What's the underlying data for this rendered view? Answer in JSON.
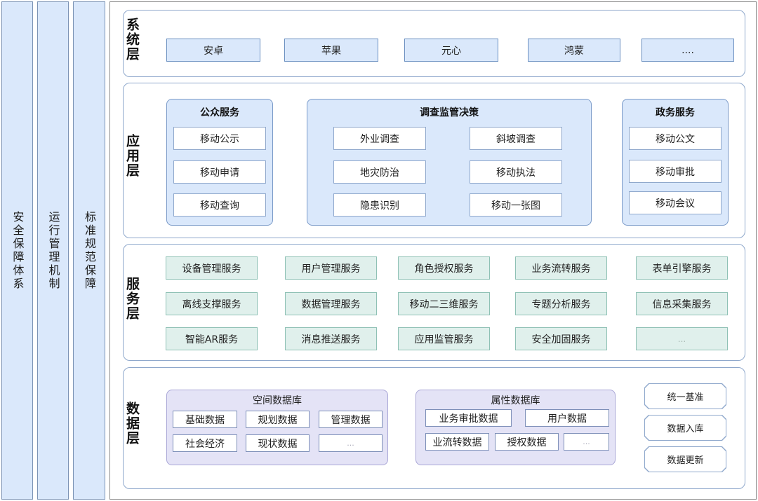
{
  "pillars": [
    "安全保障体系",
    "运行管理机制",
    "标准规范保障"
  ],
  "system_layer": {
    "title": "系统层",
    "items": [
      "安卓",
      "苹果",
      "元心",
      "鸿蒙",
      "...."
    ]
  },
  "app_layer": {
    "title": "应用层",
    "public": {
      "title": "公众服务",
      "items": [
        "移动公示",
        "移动申请",
        "移动查询"
      ]
    },
    "survey": {
      "title": "调查监管决策",
      "items": [
        "外业调查",
        "斜坡调查",
        "地灾防治",
        "移动执法",
        "隐患识别",
        "移动一张图"
      ]
    },
    "gov": {
      "title": "政务服务",
      "items": [
        "移动公文",
        "移动审批",
        "移动会议"
      ]
    }
  },
  "service_layer": {
    "title": "服务层",
    "items": [
      "设备管理服务",
      "用户管理服务",
      "角色授权服务",
      "业务流转服务",
      "表单引擎服务",
      "离线支撑服务",
      "数据管理服务",
      "移动二三维服务",
      "专题分析服务",
      "信息采集服务",
      "智能AR服务",
      "消息推送服务",
      "应用监管服务",
      "安全加固服务",
      "..."
    ]
  },
  "data_layer": {
    "title": "数据层",
    "spatial": {
      "title": "空间数据库",
      "items": [
        "基础数据",
        "规划数据",
        "管理数据",
        "社会经济",
        "现状数据",
        "..."
      ]
    },
    "attribute": {
      "title": "属性数据库",
      "items": [
        "业务审批数据",
        "用户数据",
        "业流转数据",
        "授权数据",
        "..."
      ]
    },
    "ops": [
      "统一基准",
      "数据入库",
      "数据更新"
    ]
  }
}
